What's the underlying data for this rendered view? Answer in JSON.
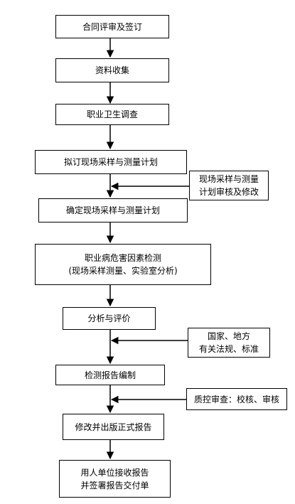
{
  "steps": [
    {
      "line1": "合同评审及签订"
    },
    {
      "line1": "资料收集"
    },
    {
      "line1": "职业卫生调查"
    },
    {
      "line1": "拟订现场采样与测量计划"
    },
    {
      "line1": "确定现场采样与测量计划"
    },
    {
      "line1": "职业病危害因素检测",
      "line2": "(现场采样测量、实验室分析)"
    },
    {
      "line1": "分析与评价"
    },
    {
      "line1": "检测报告编制"
    },
    {
      "line1": "修改并出版正式报告"
    },
    {
      "line1": "用人单位接收报告",
      "line2": "并签署报告交付单"
    }
  ],
  "inputs": [
    {
      "line1": "现场采样与测量",
      "line2": "计划审核及修改"
    },
    {
      "line1": "国家、地方",
      "line2": "有关法规、标准"
    },
    {
      "line1": "质控审查：校核、审核"
    }
  ]
}
